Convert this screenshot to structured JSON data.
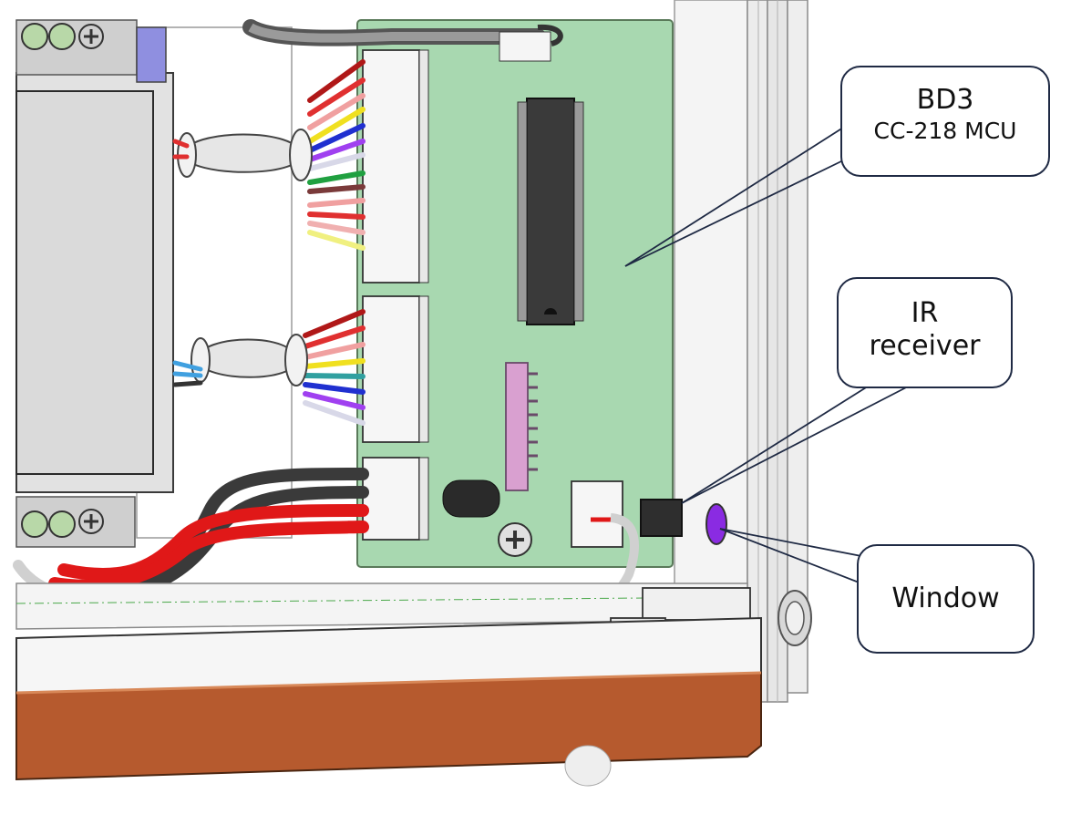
{
  "callouts": {
    "bd3": {
      "line1": "BD3",
      "line2": "CC-218 MCU"
    },
    "ir": {
      "line1": "IR",
      "line2": "receiver"
    },
    "window": {
      "line1": "Window"
    }
  },
  "colors": {
    "pcb": "#a8d8b0",
    "enclosure_base": "#b65a2e",
    "window_lens": "#8a2be2",
    "leader_line": "#1f2a44",
    "wire_red": "#e01818",
    "wire_black": "#3a3a3a",
    "header_pink": "#d9a0d0"
  }
}
